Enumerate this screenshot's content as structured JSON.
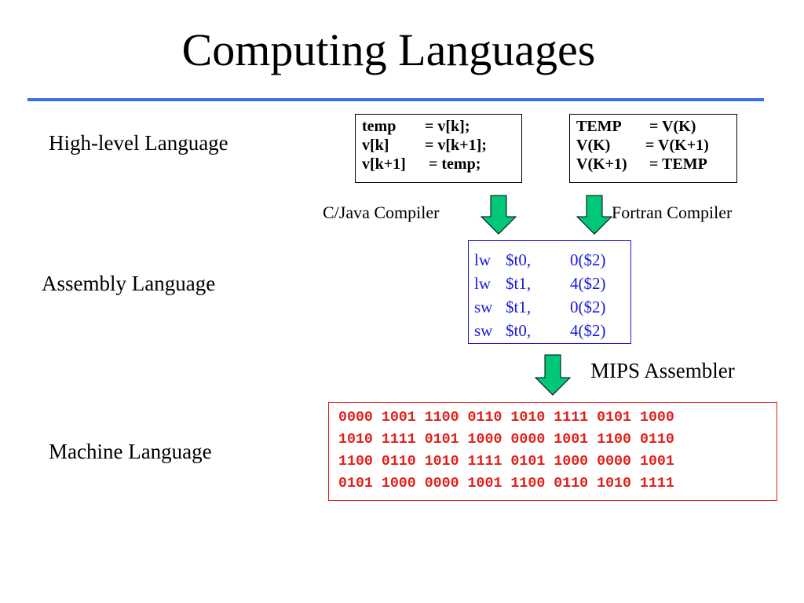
{
  "title": "Computing Languages",
  "colors": {
    "title_rule": "#3b6fe6",
    "arrow_fill": "#00c878",
    "assembly_text": "#1a1ad6",
    "machine_text": "#e0201a"
  },
  "levels": {
    "high": "High-level Language",
    "assembly": "Assembly Language",
    "machine": "Machine Language"
  },
  "c_java_code": [
    {
      "lhs": "temp",
      "rhs": "= v[k];"
    },
    {
      "lhs": "v[k]",
      "rhs": "= v[k+1];"
    },
    {
      "lhs": "v[k+1]",
      "rhs": " = temp;"
    }
  ],
  "fortran_code": [
    {
      "lhs": "TEMP",
      "rhs": " = V(K)"
    },
    {
      "lhs": "V(K)",
      "rhs": "= V(K+1)"
    },
    {
      "lhs": "V(K+1)",
      "rhs": " = TEMP"
    }
  ],
  "compilers": {
    "c_java": "C/Java Compiler",
    "fortran": "Fortran Compiler"
  },
  "assembly": [
    {
      "op": "lw",
      "reg": "$t0,",
      "addr": "0($2)"
    },
    {
      "op": "lw",
      "reg": "$t1,",
      "addr": "4($2)"
    },
    {
      "op": "sw",
      "reg": "$t1,",
      "addr": "0($2)"
    },
    {
      "op": "sw",
      "reg": "$t0,",
      "addr": "4($2)"
    }
  ],
  "assembler": "MIPS Assembler",
  "machine_code": [
    "0000 1001 1100 0110 1010 1111 0101 1000",
    "1010 1111 0101 1000 0000 1001 1100 0110",
    "1100 0110 1010 1111 0101 1000 0000 1001",
    "0101 1000 0000 1001 1100 0110 1010 1111"
  ]
}
